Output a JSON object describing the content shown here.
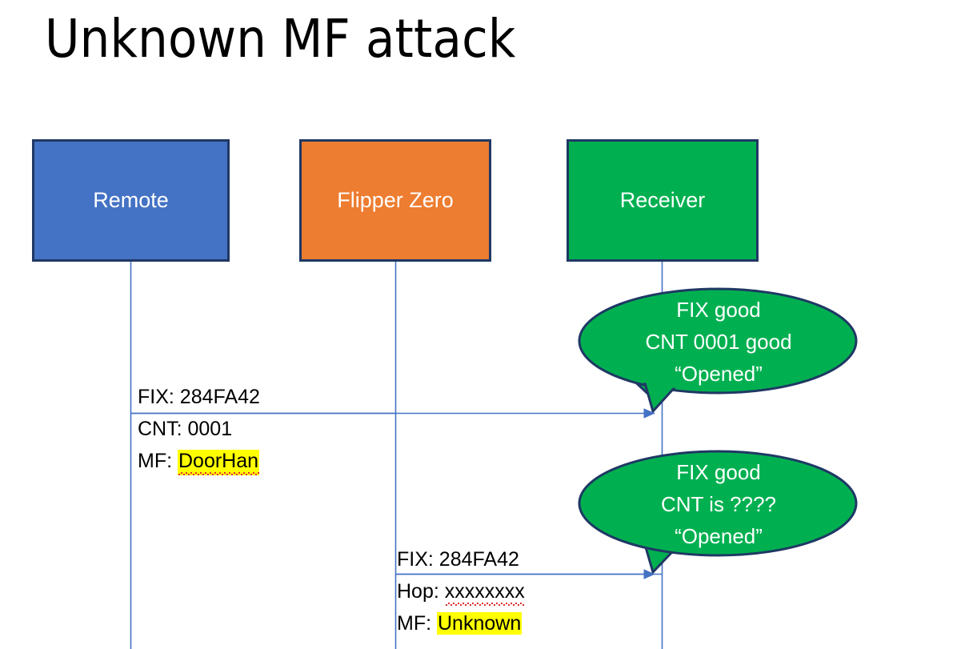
{
  "slide": {
    "title": "Unknown MF attack",
    "background": "#ffffff"
  },
  "colors": {
    "remote_fill": "#4472C4",
    "flipper_fill": "#ED7D31",
    "receiver_fill": "#00B050",
    "box_border": "#1F3864",
    "lifeline": "#4472C4",
    "arrow": "#4472C4",
    "bubble_fill": "#00B050",
    "bubble_border": "#1F3864",
    "highlight": "#FFFF00",
    "text_dark": "#000000",
    "text_light": "#FFFFFF"
  },
  "actors": [
    {
      "id": "remote",
      "label": "Remote",
      "fill": "#4472C4"
    },
    {
      "id": "flipper",
      "label": "Flipper Zero",
      "fill": "#ED7D31"
    },
    {
      "id": "receiver",
      "label": "Receiver",
      "fill": "#00B050"
    }
  ],
  "messages": [
    {
      "id": "msg-1",
      "from": "remote",
      "to": "receiver",
      "lines": [
        {
          "label": "FIX: ",
          "value": "284FA42",
          "highlight": false,
          "spellcheck_error": false
        },
        {
          "label": "CNT: ",
          "value": "0001",
          "highlight": false,
          "spellcheck_error": false
        },
        {
          "label": "MF: ",
          "value": "DoorHan",
          "highlight": true,
          "spellcheck_error": true
        }
      ]
    },
    {
      "id": "msg-2",
      "from": "flipper",
      "to": "receiver",
      "lines": [
        {
          "label": "FIX: ",
          "value": "284FA42",
          "highlight": false,
          "spellcheck_error": false
        },
        {
          "label": "Hop: ",
          "value": "xxxxxxxx",
          "highlight": false,
          "spellcheck_error": true
        },
        {
          "label": "MF: ",
          "value": "Unknown",
          "highlight": true,
          "spellcheck_error": false
        }
      ]
    }
  ],
  "callouts": [
    {
      "id": "callout-1",
      "anchor": "receiver",
      "lines": [
        "FIX good",
        "CNT 0001 good",
        "“Opened”"
      ]
    },
    {
      "id": "callout-2",
      "anchor": "receiver",
      "lines": [
        "FIX good",
        "CNT is ????",
        "“Opened”"
      ]
    }
  ]
}
